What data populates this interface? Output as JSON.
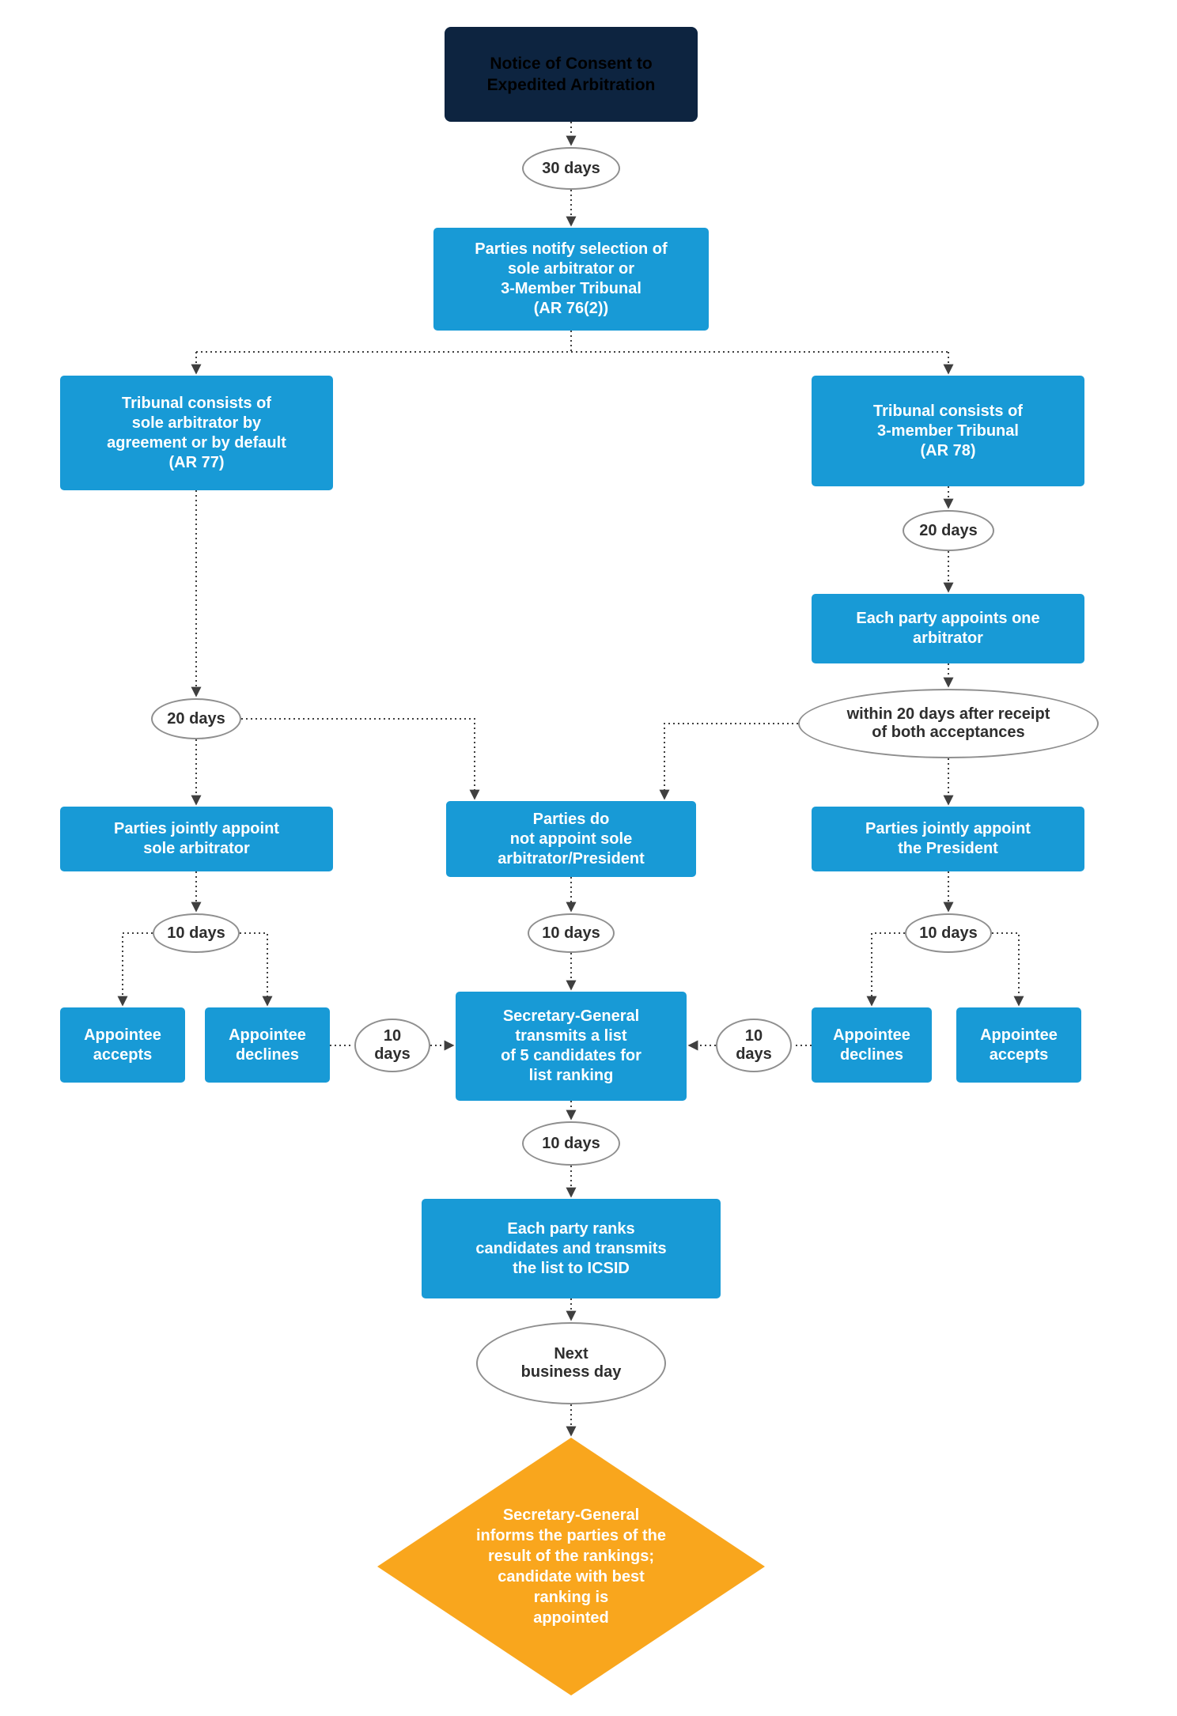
{
  "title": "ICSID Expedited Arbitration tribunal constitution flowchart",
  "colors": {
    "navy_box": "#0d2440",
    "blue_box": "#189ad6",
    "orange_diamond": "#f9a61d",
    "connector_line": "#3f3f3f",
    "ellipse_border": "#8f8f8f",
    "ellipse_text": "#2e2e2e",
    "box_text": "#ffffff"
  },
  "nodes": {
    "notice": {
      "label": "Notice of Consent to\nExpedited Arbitration"
    },
    "d30": {
      "label": "30 days"
    },
    "notify": {
      "label": "Parties notify selection of\nsole arbitrator or\n3-Member Tribunal\n(AR 76(2))"
    },
    "sole": {
      "label": "Tribunal consists of\nsole arbitrator by\nagreement or by default\n(AR 77)"
    },
    "three": {
      "label": "Tribunal consists of\n3-member Tribunal\n(AR 78)"
    },
    "d20_right": {
      "label": "20 days"
    },
    "each_party": {
      "label": "Each party appoints one\narbitrator"
    },
    "d20_left": {
      "label": "20 days"
    },
    "within20": {
      "label": "within 20 days after receipt\nof both acceptances"
    },
    "jointly_sole": {
      "label": "Parties jointly appoint\nsole arbitrator"
    },
    "do_not": {
      "label": "Parties do\nnot appoint sole\narbitrator/President"
    },
    "jointly_pres": {
      "label": "Parties jointly appoint\nthe President"
    },
    "d10_left": {
      "label": "10 days"
    },
    "d10_center": {
      "label": "10 days"
    },
    "d10_right": {
      "label": "10 days"
    },
    "acc_left": {
      "label": "Appointee\naccepts"
    },
    "dec_left": {
      "label": "Appointee\ndeclines"
    },
    "d10_left_mid": {
      "label": "10\ndays"
    },
    "sg_list": {
      "label": "Secretary-General\ntransmits a list\nof 5 candidates for\nlist ranking"
    },
    "d10_right_mid": {
      "label": "10\ndays"
    },
    "dec_right": {
      "label": "Appointee\ndeclines"
    },
    "acc_right": {
      "label": "Appointee\naccepts"
    },
    "d10_below": {
      "label": "10 days"
    },
    "ranks": {
      "label": "Each party ranks\ncandidates and transmits\nthe list to ICSID"
    },
    "next_day": {
      "label": "Next\nbusiness day"
    },
    "result": {
      "label": "Secretary-General\ninforms the parties of the\nresult of the rankings;\ncandidate with best\nranking is\nappointed"
    }
  }
}
